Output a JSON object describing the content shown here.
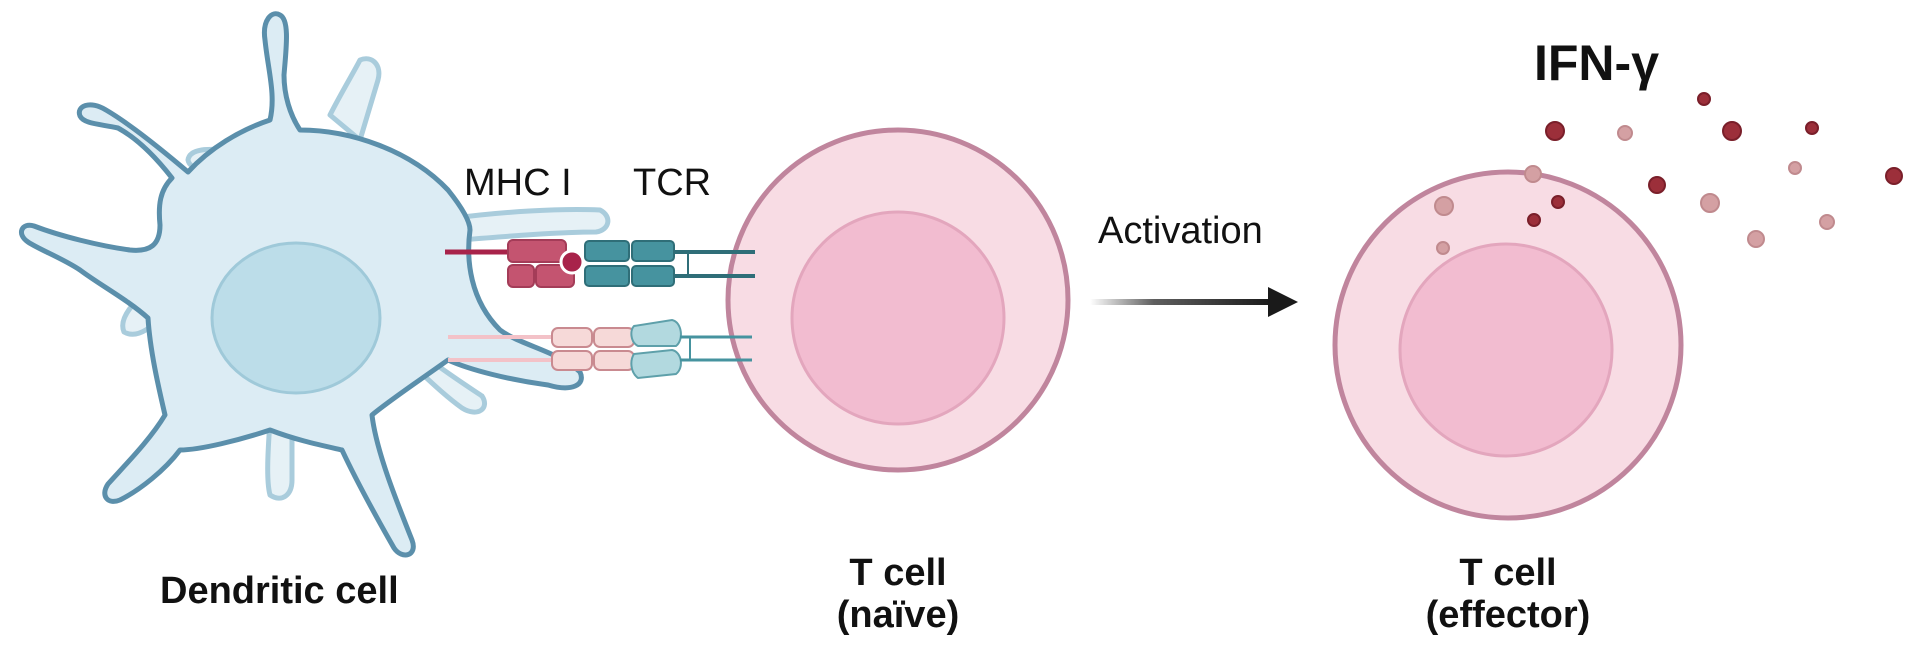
{
  "labels": {
    "mhc": "MHC I",
    "tcr": "TCR",
    "activation": "Activation",
    "ifn": "IFN-γ",
    "dendritic": "Dendritic cell",
    "tcell_naive_line1": "T cell",
    "tcell_naive_line2": "(naïve)",
    "tcell_effector_line1": "T cell",
    "tcell_effector_line2": "(effector)"
  },
  "colors": {
    "dendritic_fill": "#dcecf4",
    "dendritic_stroke": "#5b8fab",
    "dendritic_back_fill": "#e6f1f6",
    "dendritic_back_stroke": "#a9ccdc",
    "dendritic_nucleus": "#bcdde9",
    "tcell_fill": "#f8dce4",
    "tcell_stroke": "#c0859d",
    "tcell_nucleus": "#f2bcd0",
    "mhc": "#c45470",
    "peptide": "#a8234a",
    "tcr": "#46939f",
    "tcr_dark": "#2f6e78",
    "pale_pink": "#f6d9d8",
    "pale_teal": "#b2d9df",
    "arrow": "#1a1a1a",
    "cytokine_dark": "#9c2f3a",
    "cytokine_light": "#d4a0a3"
  },
  "cytokines": [
    {
      "shade": "dark"
    },
    {
      "shade": "light"
    },
    {
      "shade": "dark"
    },
    {
      "shade": "dark"
    },
    {
      "shade": "dark"
    },
    {
      "shade": "light"
    },
    {
      "shade": "dark"
    },
    {
      "shade": "light"
    },
    {
      "shade": "dark"
    },
    {
      "shade": "dark"
    },
    {
      "shade": "light"
    },
    {
      "shade": "light"
    },
    {
      "shade": "light"
    },
    {
      "shade": "light"
    },
    {
      "shade": "dark"
    },
    {
      "shade": "light"
    },
    {
      "shade": "light"
    }
  ]
}
